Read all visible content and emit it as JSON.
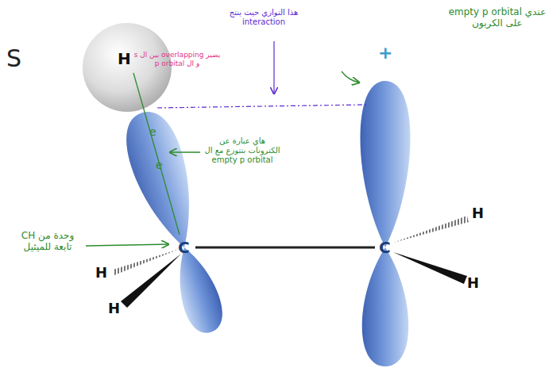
{
  "diagram": {
    "labels": [
      "S",
      "H",
      "+",
      "يصير overlapping بين ال s و ال p orbital",
      "هذا التوازي حيث ينتج interaction",
      "عندي empty p orbital على الكربون",
      "هاي عبارة عن الكترونات بتتوزع مع ال empty p orbital",
      "وحدة من CH تابعة للميثيل",
      "e",
      "e",
      "C",
      "C",
      "H",
      "H",
      "H",
      "H"
    ]
  }
}
